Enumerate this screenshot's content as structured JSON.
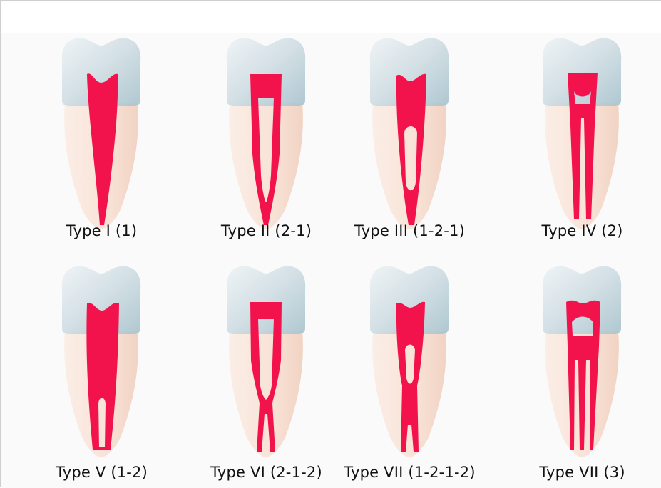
{
  "colors": {
    "pulp": "#f2134c",
    "crown": "#cfdde3",
    "root": "#f8e2d6",
    "background": "#fafafa",
    "frame": "#cfcfcf",
    "label": "#111111"
  },
  "diagram": {
    "types": [
      {
        "label": "Type I (1)",
        "pattern": "1"
      },
      {
        "label": "Type II (2-1)",
        "pattern": "2-1"
      },
      {
        "label": "Type III (1-2-1)",
        "pattern": "1-2-1"
      },
      {
        "label": "Type IV (2)",
        "pattern": "2"
      },
      {
        "label": "Type V (1-2)",
        "pattern": "1-2"
      },
      {
        "label": "Type VI (2-1-2)",
        "pattern": "2-1-2"
      },
      {
        "label": "Type VII (1-2-1-2)",
        "pattern": "1-2-1-2"
      },
      {
        "label": "Type VII (3)",
        "pattern": "3"
      }
    ]
  }
}
